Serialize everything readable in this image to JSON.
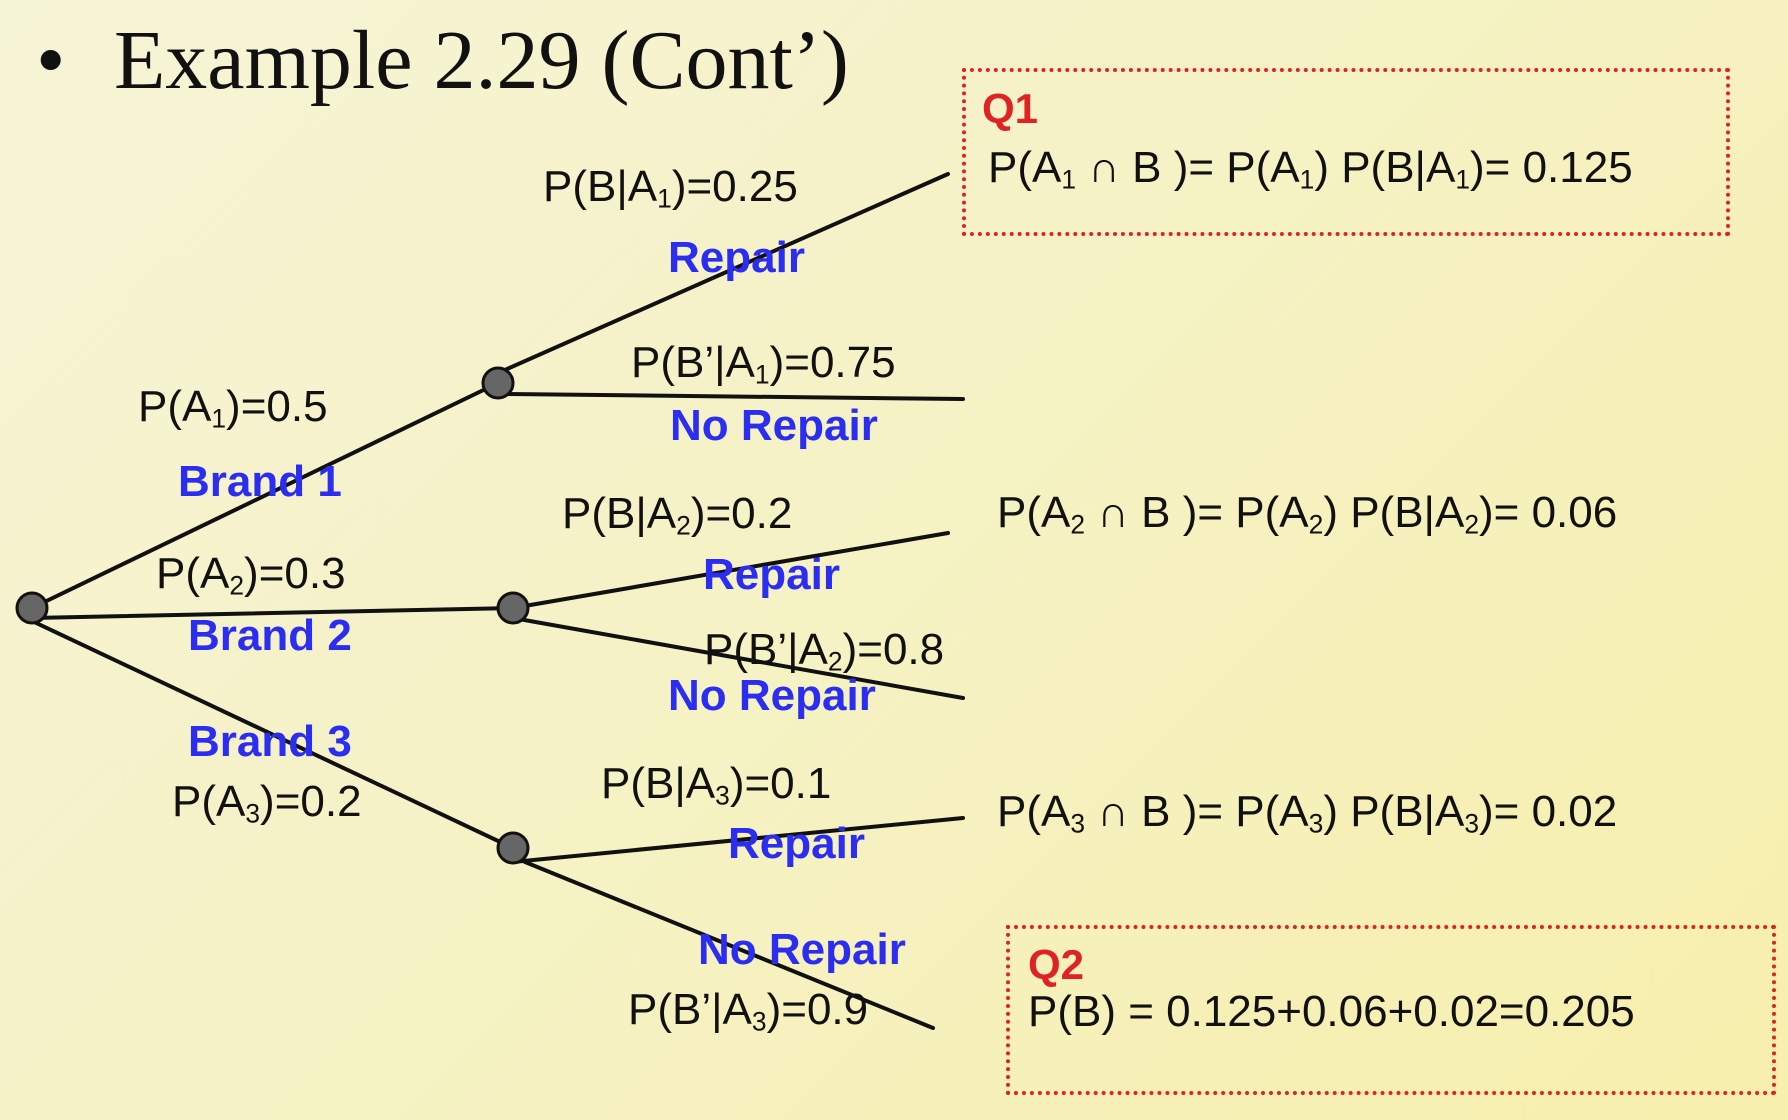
{
  "title": "Example 2.29 (Cont’)",
  "bullet": "•",
  "branches": {
    "brand1": {
      "prob_prefix": "P(A",
      "sub": "1",
      "prob_suffix": ")=0.5",
      "label": "Brand 1"
    },
    "brand2": {
      "prob_prefix": "P(A",
      "sub": "2",
      "prob_suffix": ")=0.3",
      "label": "Brand 2"
    },
    "brand3": {
      "prob_prefix": "P(A",
      "sub": "3",
      "prob_suffix": ")=0.2",
      "label": "Brand 3"
    }
  },
  "conditionals": {
    "b_a1": {
      "prefix": "P(B|A",
      "sub": "1",
      "suffix": ")=0.25"
    },
    "bn_a1": {
      "prefix": "P(B’|A",
      "sub": "1",
      "suffix": ")=0.75"
    },
    "b_a2": {
      "prefix": "P(B|A",
      "sub": "2",
      "suffix": ")=0.2"
    },
    "bn_a2": {
      "prefix": "P(B’|A",
      "sub": "2",
      "suffix": ")=0.8"
    },
    "b_a3": {
      "prefix": "P(B|A",
      "sub": "3",
      "suffix": ")=0.1"
    },
    "bn_a3": {
      "prefix": "P(B’|A",
      "sub": "3",
      "suffix": ")=0.9"
    }
  },
  "outcome_labels": {
    "repair": "Repair",
    "no_repair": "No Repair"
  },
  "joints": {
    "a1": {
      "p1": "P(A",
      "s1": "1",
      "p2": " ∩ B )= P(A",
      "s2": "1",
      "p3": ")  P(B|A",
      "s3": "1",
      "p4": ")= 0.125"
    },
    "a2": {
      "p1": "P(A",
      "s1": "2",
      "p2": " ∩ B )= P(A",
      "s2": "2",
      "p3": ")  P(B|A",
      "s3": "2",
      "p4": ")= 0.06"
    },
    "a3": {
      "p1": "P(A",
      "s1": "3",
      "p2": " ∩ B )= P(A",
      "s2": "3",
      "p3": ")  P(B|A",
      "s3": "3",
      "p4": ")= 0.02"
    }
  },
  "q1": {
    "title": "Q1"
  },
  "q2": {
    "title": "Q2",
    "text": "P(B) = 0.125+0.06+0.02=0.205"
  },
  "colors": {
    "line": "#111111",
    "node": "#666666",
    "blue": "#2b2ef0",
    "red": "#e02222"
  }
}
